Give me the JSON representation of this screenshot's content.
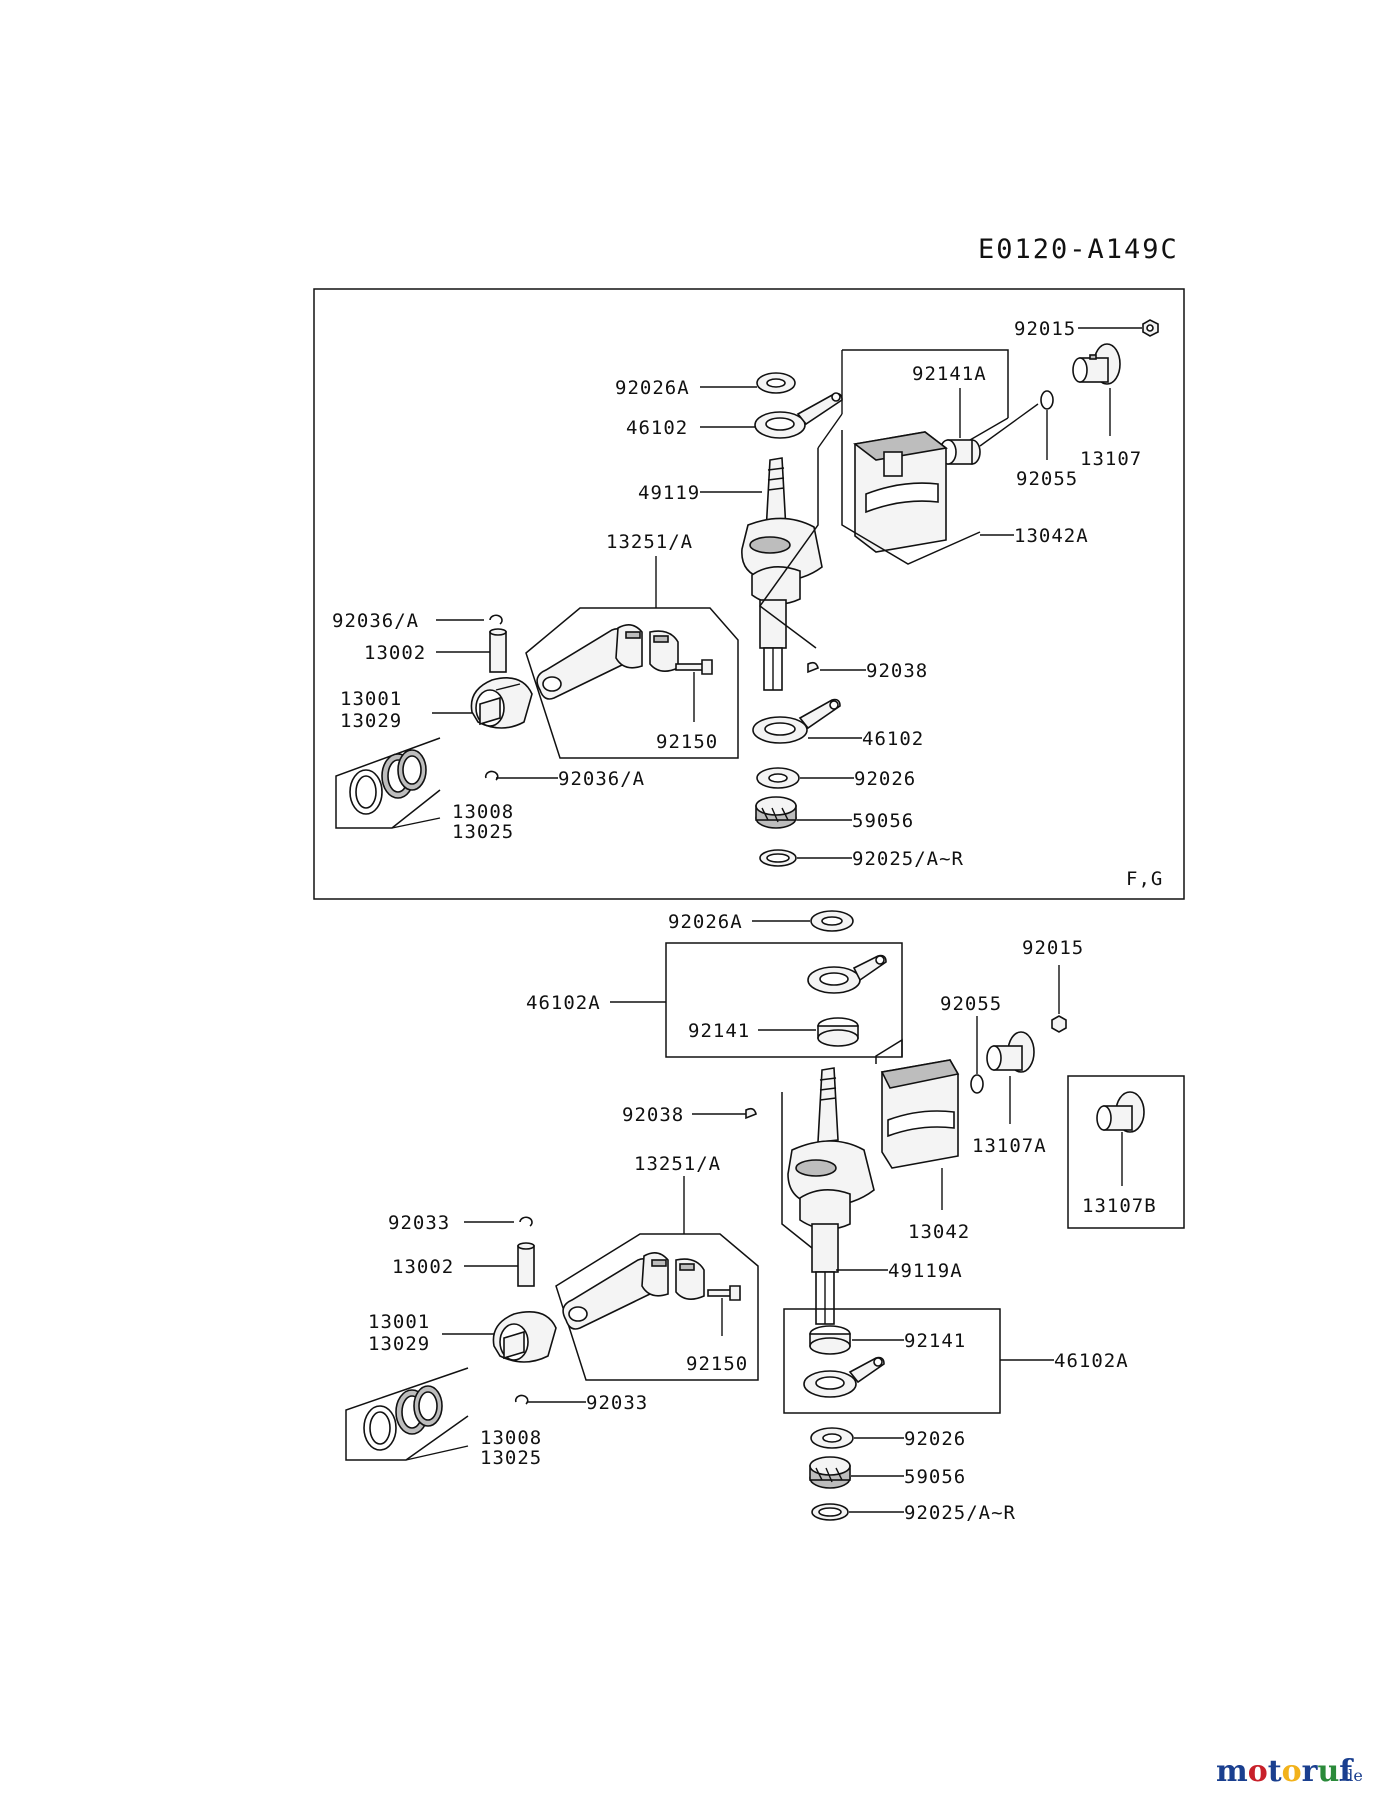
{
  "diagram_code": "E0120-A149C",
  "variant_label": "F,G",
  "watermark": {
    "brand": "motoruf",
    "tld": ".de",
    "colors": [
      "#1a3f8f",
      "#c8202a",
      "#f2b21b",
      "#2a8a3a"
    ]
  },
  "colors": {
    "line": "#111111",
    "part_fill": "#f4f4f4",
    "part_shade": "#bdbdbd",
    "background": "#ffffff"
  },
  "upper_labels": {
    "l92015": "92015",
    "l92026A": "92026A",
    "l92141A": "92141A",
    "l46102_top": "46102",
    "l13107": "13107",
    "l92055": "92055",
    "l49119": "49119",
    "l13042A": "13042A",
    "l13251A": "13251/A",
    "l92036A_top": "92036/A",
    "l13002": "13002",
    "l92038": "92038",
    "l13001": "13001",
    "l13029": "13029",
    "l92150": "92150",
    "l46102_bot": "46102",
    "l92036A_bot": "92036/A",
    "l92026": "92026",
    "l13008": "13008",
    "l13025": "13025",
    "l59056": "59056",
    "l92025": "92025/A~R"
  },
  "lower_labels": {
    "l92026A": "92026A",
    "l92015": "92015",
    "l46102A_top": "46102A",
    "l92055": "92055",
    "l92141_top": "92141",
    "l92038": "92038",
    "l13107A": "13107A",
    "l13107B": "13107B",
    "l13251A": "13251/A",
    "l13042": "13042",
    "l92033_top": "92033",
    "l13002": "13002",
    "l49119A": "49119A",
    "l13001": "13001",
    "l13029": "13029",
    "l92150": "92150",
    "l92141_bot": "92141",
    "l46102A_bot": "46102A",
    "l92033_bot": "92033",
    "l13008": "13008",
    "l13025": "13025",
    "l92026": "92026",
    "l59056": "59056",
    "l92025": "92025/A~R"
  }
}
